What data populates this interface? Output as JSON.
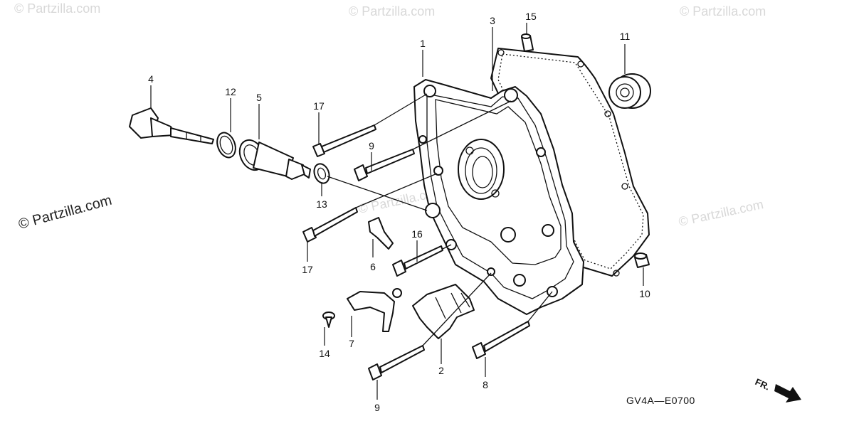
{
  "diagram": {
    "callouts": [
      "1",
      "2",
      "3",
      "4",
      "5",
      "6",
      "7",
      "8",
      "9",
      "9",
      "10",
      "11",
      "12",
      "13",
      "14",
      "15",
      "16",
      "17",
      "17"
    ],
    "code": "GV4A—E0700",
    "front_label": "FR.",
    "watermark_main": "© Partzilla.com",
    "watermark_faint": "© Partzilla.com",
    "icons": [
      "arrow-icon"
    ]
  }
}
